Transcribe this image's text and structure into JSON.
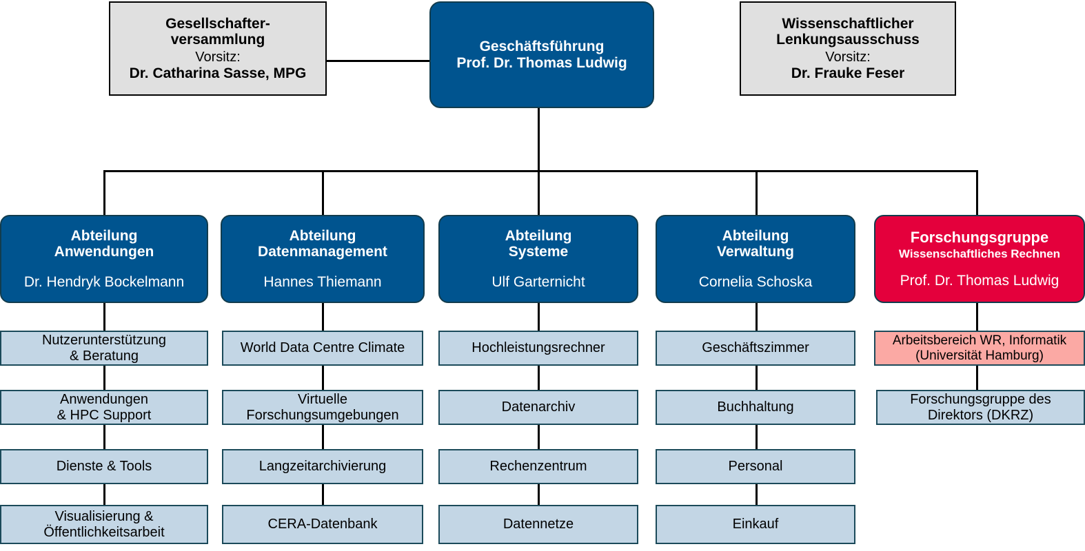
{
  "governance": {
    "shareholders": {
      "title_line1": "Gesellschafter-",
      "title_line2": "versammlung",
      "role_label": "Vorsitz:",
      "person": "Dr. Catharina Sasse, MPG"
    },
    "executive": {
      "title": "Geschäftsführung",
      "person": "Prof. Dr. Thomas Ludwig"
    },
    "steering_committee": {
      "title_line1": "Wissenschaftlicher",
      "title_line2": "Lenkungsausschuss",
      "role_label": "Vorsitz:",
      "person": "Dr. Frauke Feser"
    }
  },
  "departments": [
    {
      "title_line1": "Abteilung",
      "title_line2": "Anwendungen",
      "head": "Dr. Hendryk Bockelmann",
      "units": [
        {
          "line1": "Nutzerunterstützung",
          "line2": "& Beratung"
        },
        {
          "line1": "Anwendungen",
          "line2": "& HPC Support"
        },
        {
          "line1": "Dienste & Tools",
          "line2": ""
        },
        {
          "line1": "Visualisierung &",
          "line2": "Öffentlichkeitsarbeit"
        }
      ]
    },
    {
      "title_line1": "Abteilung",
      "title_line2": "Datenmanagement",
      "head": "Hannes Thiemann",
      "units": [
        {
          "line1": "World Data Centre Climate",
          "line2": ""
        },
        {
          "line1": "Virtuelle",
          "line2": "Forschungsumgebungen"
        },
        {
          "line1": "Langzeitarchivierung",
          "line2": ""
        },
        {
          "line1": "CERA-Datenbank",
          "line2": ""
        }
      ]
    },
    {
      "title_line1": "Abteilung",
      "title_line2": "Systeme",
      "head": "Ulf Garternicht",
      "units": [
        {
          "line1": "Hochleistungsrechner",
          "line2": ""
        },
        {
          "line1": "Datenarchiv",
          "line2": ""
        },
        {
          "line1": "Rechenzentrum",
          "line2": ""
        },
        {
          "line1": "Datennetze",
          "line2": ""
        }
      ]
    },
    {
      "title_line1": "Abteilung",
      "title_line2": "Verwaltung",
      "head": "Cornelia Schoska",
      "units": [
        {
          "line1": "Geschäftszimmer",
          "line2": ""
        },
        {
          "line1": "Buchhaltung",
          "line2": ""
        },
        {
          "line1": "Personal",
          "line2": ""
        },
        {
          "line1": "Einkauf",
          "line2": ""
        }
      ]
    }
  ],
  "research_group": {
    "title": "Forschungsgruppe",
    "subtitle": "Wissenschaftliches Rechnen",
    "head": "Prof. Dr. Thomas Ludwig",
    "units": [
      {
        "line1": "Arbeitsbereich WR, Informatik",
        "line2": "(Universität Hamburg)",
        "external": true
      },
      {
        "line1": "Forschungsgruppe des",
        "line2": "Direktors (DKRZ)",
        "external": false
      }
    ]
  },
  "colors": {
    "unit_blue": "#00548f",
    "research_red": "#e4003c",
    "sub_light_blue": "#c3d6e5",
    "sub_pink": "#fba9a4",
    "committee_gray": "#e0e0e0",
    "border_dark": "#123c4d",
    "line_black": "#000000"
  }
}
